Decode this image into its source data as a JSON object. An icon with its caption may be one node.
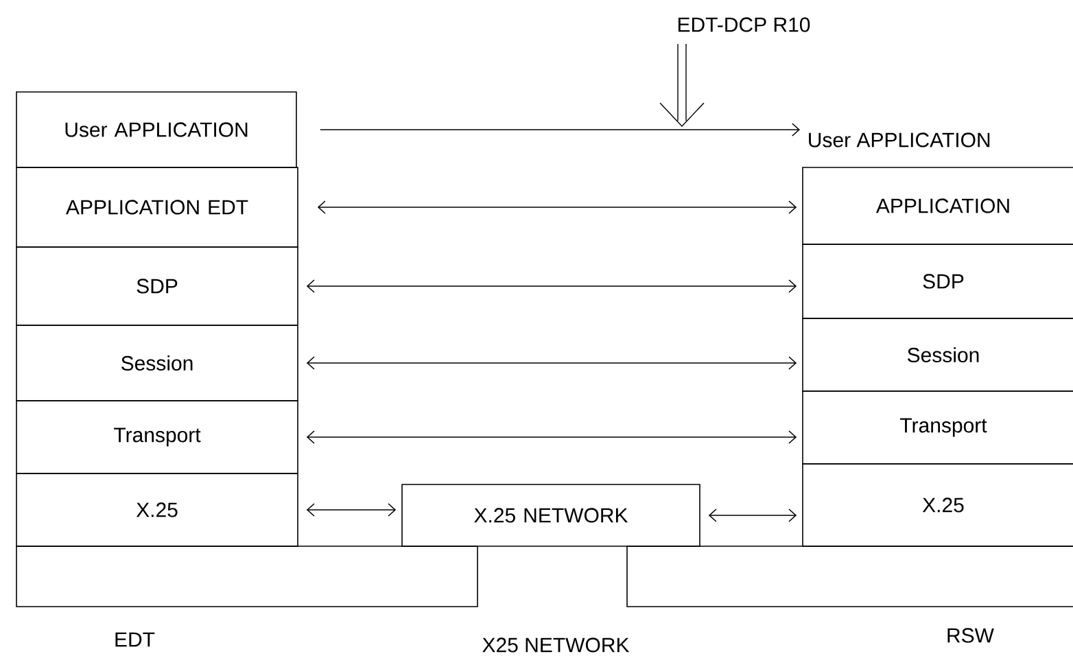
{
  "diagram": {
    "nodes": [
      {
        "text": [
          "User APPLICATION"
        ]
      },
      {
        "text": [
          "User APPLICATION"
        ]
      },
      {
        "text": [
          "APPLICATION EDT"
        ]
      },
      {
        "text": [
          "APPLICATION"
        ]
      },
      {
        "text": [
          "SDP"
        ]
      },
      {
        "text": [
          "SDP"
        ]
      },
      {
        "text": [
          "Session"
        ]
      },
      {
        "text": [
          "Session"
        ]
      },
      {
        "text": [
          "Transport"
        ]
      },
      {
        "text": [
          "Transport"
        ]
      },
      {
        "text": [
          "X.25"
        ]
      },
      {
        "text": [
          "X.25 NETWORK"
        ]
      },
      {
        "text": [
          "X.25"
        ]
      },
      {
        "text": [],
        "shape": "box"
      },
      {
        "text": [],
        "shape": "box"
      }
    ],
    "edges": [
      {
        "from": 0,
        "to": 1,
        "arrow": "to"
      },
      {
        "from": 2,
        "to": 3,
        "arrow": "both"
      },
      {
        "from": 4,
        "to": 5,
        "arrow": "both"
      },
      {
        "from": 6,
        "to": 7,
        "arrow": "both"
      },
      {
        "from": 8,
        "to": 9,
        "arrow": "both"
      },
      {
        "from": 10,
        "to": 11,
        "arrow": "both"
      },
      {
        "from": 11,
        "to": 12,
        "arrow": "both"
      }
    ],
    "labels": [
      "EDT-DCP R10",
      "EDT",
      "X25 NETWORK",
      "RSW"
    ]
  }
}
